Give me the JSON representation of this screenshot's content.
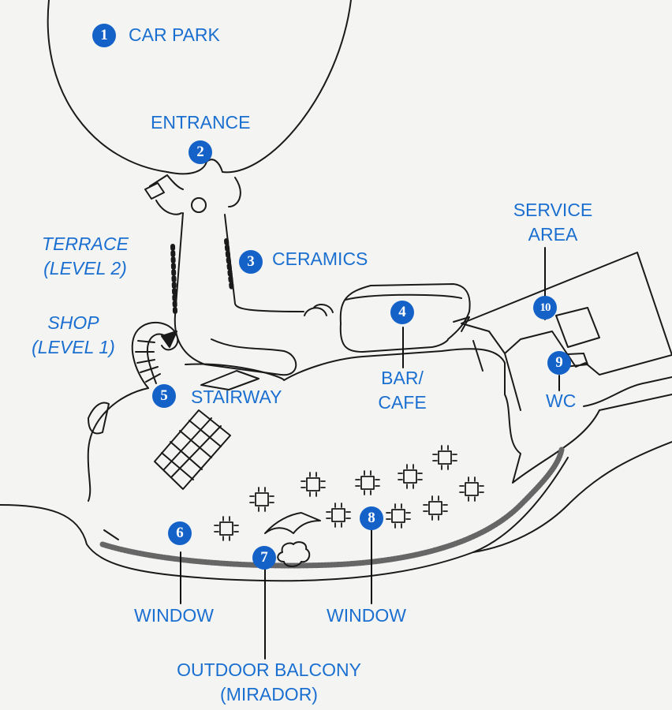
{
  "labels": {
    "car_park": "CAR PARK",
    "entrance": "ENTRANCE",
    "ceramics": "CERAMICS",
    "terrace": [
      "TERRACE",
      "(LEVEL 2)"
    ],
    "shop": [
      "SHOP",
      "(LEVEL 1)"
    ],
    "stairway": "STAIRWAY",
    "bar_cafe": [
      "BAR/",
      "CAFE"
    ],
    "service_area": [
      "SERVICE",
      "AREA"
    ],
    "wc": "WC",
    "window_left": "WINDOW",
    "window_right": "WINDOW",
    "outdoor_balcony": [
      "OUTDOOR BALCONY",
      "(MIRADOR)"
    ]
  },
  "markers": [
    "1",
    "2",
    "3",
    "4",
    "5",
    "6",
    "7",
    "8",
    "9",
    "10"
  ],
  "colors": {
    "label": "#1b6fd0",
    "marker": "#1462c8",
    "linework": "#1a1a1a",
    "paper": "#f4f5f3",
    "leader": "#111111"
  }
}
